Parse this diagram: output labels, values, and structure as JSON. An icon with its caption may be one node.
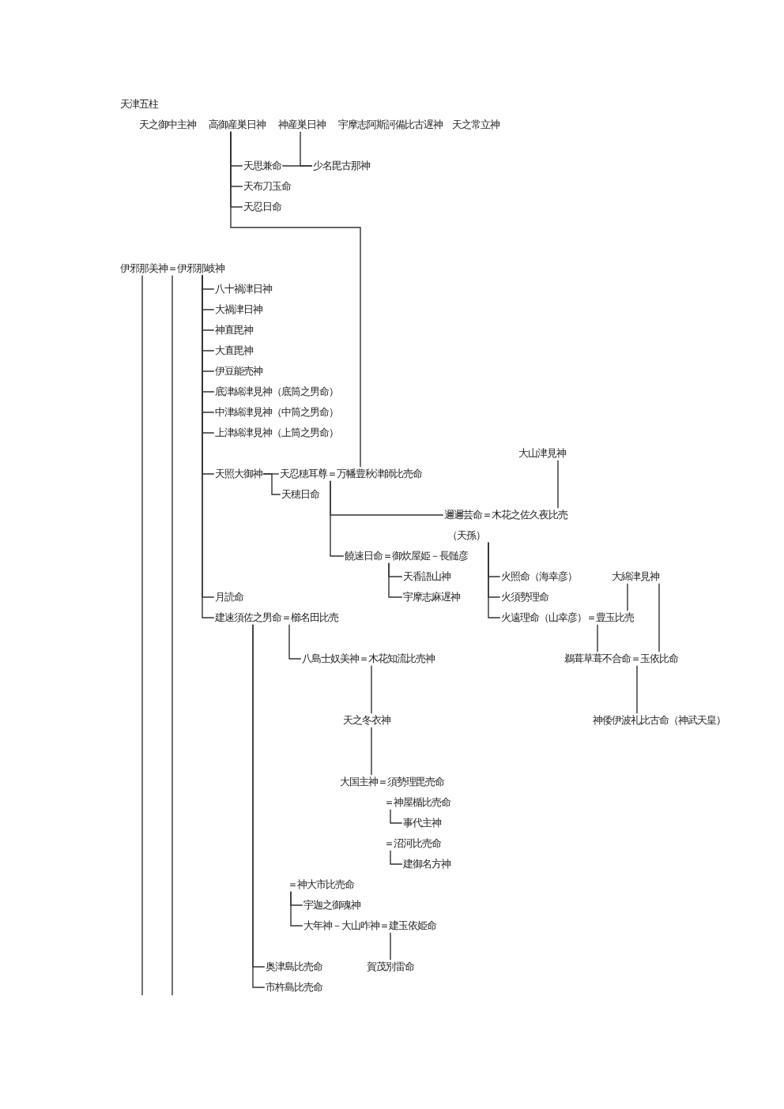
{
  "diagram": {
    "title": "天津五柱",
    "nodes": [
      {
        "text": [
          "天之御中主神"
        ]
      },
      {
        "text": [
          "高御産巣日神"
        ]
      },
      {
        "text": [
          "神産巣日神"
        ]
      },
      {
        "text": [
          "宇摩志阿斯訶備比古遅神"
        ]
      },
      {
        "text": [
          "天之常立神"
        ]
      },
      {
        "text": [
          "天思兼命"
        ]
      },
      {
        "text": [
          "少名毘古那神"
        ]
      },
      {
        "text": [
          "天布刀玉命"
        ]
      },
      {
        "text": [
          "天忍日命"
        ]
      },
      {
        "text": [
          "伊邪那美神＝伊邪那岐神"
        ]
      },
      {
        "text": [
          "八十禍津日神"
        ]
      },
      {
        "text": [
          "大禍津日神"
        ]
      },
      {
        "text": [
          "神直毘神"
        ]
      },
      {
        "text": [
          "大直毘神"
        ]
      },
      {
        "text": [
          "伊豆能売神"
        ]
      },
      {
        "text": [
          "底津綿津見神（底筒之男命）"
        ]
      },
      {
        "text": [
          "中津綿津見神（中筒之男命）"
        ]
      },
      {
        "text": [
          "上津綿津見神（上筒之男命）"
        ]
      },
      {
        "text": [
          "大山津見神"
        ]
      },
      {
        "text": [
          "天照大御神"
        ]
      },
      {
        "text": [
          "天忍穂耳尊＝万幡豊秋津師比売命"
        ]
      },
      {
        "text": [
          "天穂日命"
        ]
      },
      {
        "text": [
          "邇邇芸命＝木花之佐久夜比売"
        ],
        "beside": [
          "（天孫）"
        ]
      },
      {
        "text": [
          "饒速日命＝御炊屋姫－長髄彦"
        ]
      },
      {
        "text": [
          "天香語山神"
        ]
      },
      {
        "text": [
          "宇摩志麻遅神"
        ]
      },
      {
        "text": [
          "火照命（海幸彦）"
        ]
      },
      {
        "text": [
          "大綿津見神"
        ]
      },
      {
        "text": [
          "月読命"
        ]
      },
      {
        "text": [
          "火須勢理命"
        ]
      },
      {
        "text": [
          "建速須佐之男命＝櫛名田比売"
        ]
      },
      {
        "text": [
          "火遠理命（山幸彦）＝豊玉比売"
        ]
      },
      {
        "text": [
          "八島士奴美神＝木花知流比売神"
        ]
      },
      {
        "text": [
          "鵜葺草葺不合命＝玉依比命"
        ]
      },
      {
        "text": [
          "天之冬衣神"
        ]
      },
      {
        "text": [
          "神倭伊波礼比古命（神武天皇）"
        ]
      },
      {
        "text": [
          "大国主神＝須勢理毘売命"
        ]
      },
      {
        "text": [
          "＝神屋楯比売命"
        ]
      },
      {
        "text": [
          "事代主神"
        ]
      },
      {
        "text": [
          "＝沼河比売命"
        ]
      },
      {
        "text": [
          "建御名方神"
        ]
      },
      {
        "text": [
          "＝神大市比売命"
        ]
      },
      {
        "text": [
          "宇迦之御魂神"
        ]
      },
      {
        "text": [
          "大年神－大山咋神＝建玉依姫命"
        ]
      },
      {
        "text": [
          "奥津島比売命"
        ]
      },
      {
        "text": [
          "賀茂別雷命"
        ]
      },
      {
        "text": [
          "市杵島比売命"
        ]
      }
    ],
    "edges": [
      {
        "from": 1,
        "to": 5,
        "arrow": "none"
      },
      {
        "from": 1,
        "to": 7,
        "arrow": "none"
      },
      {
        "from": 1,
        "to": 8,
        "arrow": "none"
      },
      {
        "from": 1,
        "to": 20,
        "arrow": "none"
      },
      {
        "from": 2,
        "to": 6,
        "arrow": "none"
      },
      {
        "from": 5,
        "to": 6,
        "arrow": "none"
      },
      {
        "from": 9,
        "to": 10,
        "arrow": "none"
      },
      {
        "from": 9,
        "to": 11,
        "arrow": "none"
      },
      {
        "from": 9,
        "to": 12,
        "arrow": "none"
      },
      {
        "from": 9,
        "to": 13,
        "arrow": "none"
      },
      {
        "from": 9,
        "to": 14,
        "arrow": "none"
      },
      {
        "from": 9,
        "to": 15,
        "arrow": "none"
      },
      {
        "from": 9,
        "to": 16,
        "arrow": "none"
      },
      {
        "from": 9,
        "to": 17,
        "arrow": "none"
      },
      {
        "from": 9,
        "to": 19,
        "arrow": "none"
      },
      {
        "from": 9,
        "to": 28,
        "arrow": "none"
      },
      {
        "from": 9,
        "to": 30,
        "arrow": "none"
      },
      {
        "from": 9,
        "to": null,
        "arrow": "none"
      },
      {
        "from": 9,
        "to": null,
        "arrow": "none"
      },
      {
        "from": 19,
        "to": 20,
        "arrow": "none"
      },
      {
        "from": 19,
        "to": 21,
        "arrow": "none"
      },
      {
        "from": 18,
        "to": 22,
        "arrow": "none"
      },
      {
        "from": 20,
        "to": 22,
        "arrow": "none"
      },
      {
        "from": 20,
        "to": 23,
        "arrow": "none"
      },
      {
        "from": 22,
        "to": 26,
        "arrow": "none"
      },
      {
        "from": 22,
        "to": 29,
        "arrow": "none"
      },
      {
        "from": 22,
        "to": 31,
        "arrow": "none"
      },
      {
        "from": 23,
        "to": 24,
        "arrow": "none"
      },
      {
        "from": 23,
        "to": 25,
        "arrow": "none"
      },
      {
        "from": 27,
        "to": 31,
        "arrow": "none"
      },
      {
        "from": 27,
        "to": 33,
        "arrow": "none"
      },
      {
        "from": 30,
        "to": 32,
        "arrow": "none"
      },
      {
        "from": 30,
        "to": 44,
        "arrow": "none"
      },
      {
        "from": 30,
        "to": 46,
        "arrow": "none"
      },
      {
        "from": 31,
        "to": 33,
        "arrow": "none"
      },
      {
        "from": 33,
        "to": 35,
        "arrow": "none"
      },
      {
        "from": 32,
        "to": 34,
        "arrow": "none"
      },
      {
        "from": 34,
        "to": 36,
        "arrow": "none"
      },
      {
        "from": 37,
        "to": 38,
        "arrow": "none"
      },
      {
        "from": 39,
        "to": 40,
        "arrow": "none"
      },
      {
        "from": 41,
        "to": 42,
        "arrow": "none"
      },
      {
        "from": 41,
        "to": 43,
        "arrow": "none"
      },
      {
        "from": 43,
        "to": 45,
        "arrow": "none"
      }
    ]
  }
}
